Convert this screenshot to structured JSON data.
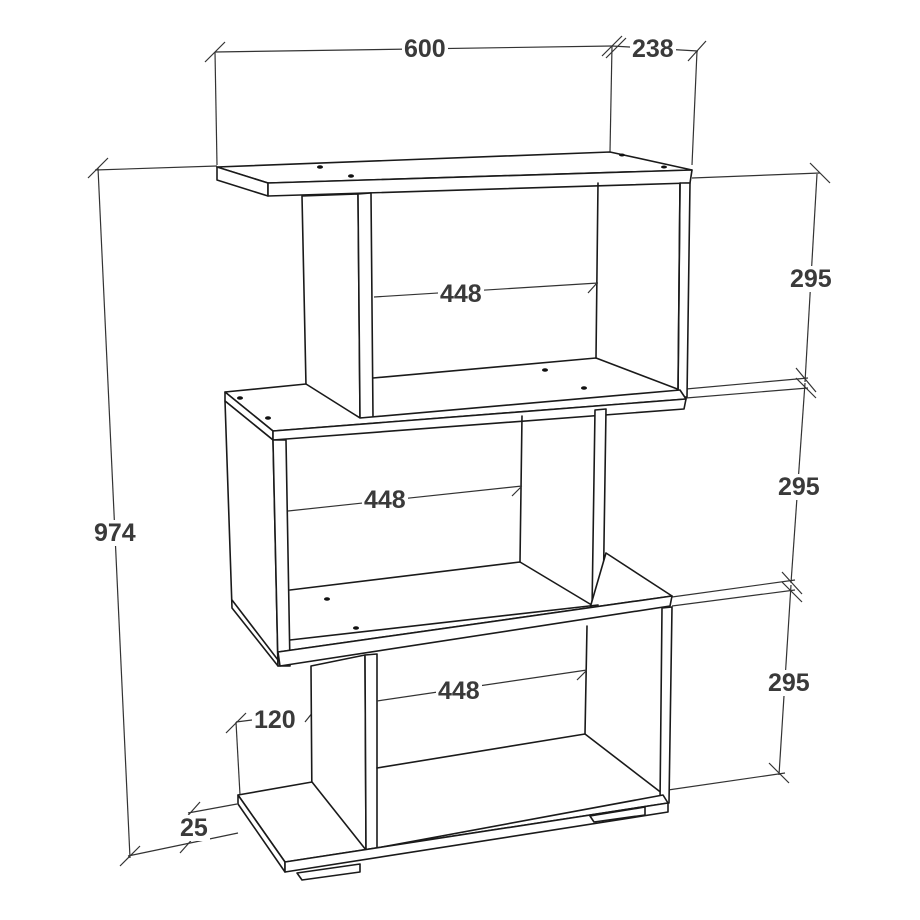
{
  "diagram": {
    "subject": "3-tier zigzag bookshelf with dimensions (mm)",
    "colors": {
      "line": "#1a1a1a",
      "dimension_text": "#3a3a3a",
      "background": "#ffffff"
    }
  },
  "dimensions": {
    "overall_width": "600",
    "depth": "238",
    "overall_height": "974",
    "tier_heights": [
      "295",
      "295",
      "295"
    ],
    "compartment_widths": [
      "448",
      "448",
      "448"
    ],
    "side_offset": "120",
    "plinth_height": "25"
  }
}
